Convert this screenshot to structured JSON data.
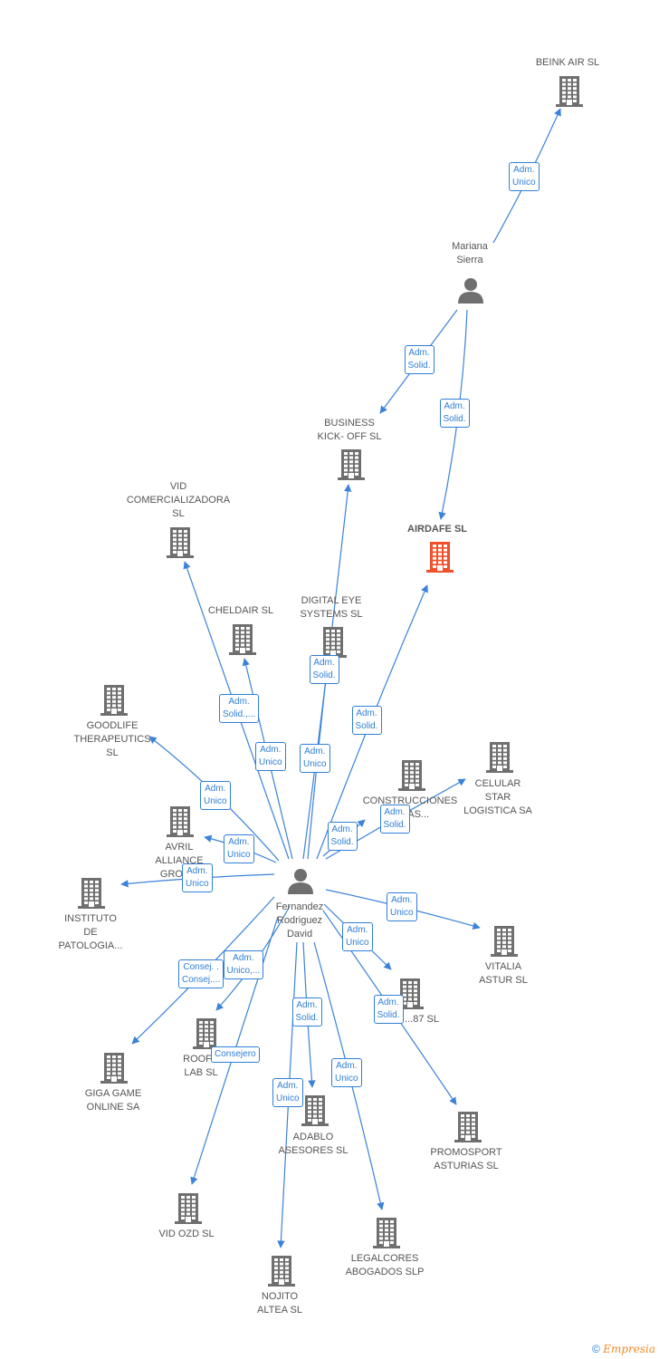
{
  "colors": {
    "edge": "#3b82d8",
    "company": "#6f6f6f",
    "highlight": "#f0502a",
    "person": "#6f6f6f"
  },
  "people": [
    {
      "id": "mariana",
      "label": "Mariana\nSierra"
    },
    {
      "id": "fernandez",
      "label": "Fernandez\nRodriguez\nDavid"
    }
  ],
  "companies": [
    {
      "id": "beink",
      "label": "BEINK AIR  SL"
    },
    {
      "id": "business",
      "label": "BUSINESS\nKICK- OFF  SL"
    },
    {
      "id": "airdafe",
      "label": "AIRDAFE  SL",
      "highlight": true
    },
    {
      "id": "vid_com",
      "label": "VID\nCOMERCIALIZADORA\nSL"
    },
    {
      "id": "cheldair",
      "label": "CHELDAIR  SL"
    },
    {
      "id": "digital",
      "label": "DIGITAL EYE\nSYSTEMS  SL"
    },
    {
      "id": "goodlife",
      "label": "GOODLIFE\nTHERAPEUTICS\nSL"
    },
    {
      "id": "avril",
      "label": "AVRIL\nALLIANCE\nGROU..."
    },
    {
      "id": "instituto",
      "label": "INSTITUTO\nDE\nPATOLOGIA..."
    },
    {
      "id": "construcciones",
      "label": "CONSTRUCCIONES\n...MAS..."
    },
    {
      "id": "celular",
      "label": "CELULAR\nSTAR\nLOGISTICA SA"
    },
    {
      "id": "vitalia",
      "label": "VITALIA\nASTUR SL"
    },
    {
      "id": "c87",
      "label": "...87 SL"
    },
    {
      "id": "promosport",
      "label": "PROMOSPORT\nASTURIAS  SL"
    },
    {
      "id": "giga",
      "label": "GIGA GAME\nONLINE SA"
    },
    {
      "id": "roof",
      "label": "ROOF...\nLAB  SL"
    },
    {
      "id": "adablo",
      "label": "ADABLO\nASESORES  SL"
    },
    {
      "id": "legalcores",
      "label": "LEGALCORES\nABOGADOS SLP"
    },
    {
      "id": "vidozd",
      "label": "VID OZD  SL"
    },
    {
      "id": "nojito",
      "label": "NOJITO\nALTEA  SL"
    }
  ],
  "relations": [
    {
      "from": "mariana",
      "to": "beink",
      "label": "Adm.\nUnico"
    },
    {
      "from": "mariana",
      "to": "business",
      "label": "Adm.\nSolid."
    },
    {
      "from": "mariana",
      "to": "airdafe",
      "label": "Adm.\nSolid."
    },
    {
      "from": "fernandez",
      "to": "vid_com",
      "label": "Adm.\nSolid.,..."
    },
    {
      "from": "fernandez",
      "to": "cheldair",
      "label": "Adm.\nUnico"
    },
    {
      "from": "fernandez",
      "to": "business",
      "label": "Adm.\nSolid."
    },
    {
      "from": "fernandez",
      "to": "digital",
      "label": "Adm.\nUnico"
    },
    {
      "from": "fernandez",
      "to": "airdafe",
      "label": "Adm.\nSolid."
    },
    {
      "from": "fernandez",
      "to": "goodlife",
      "label": "Adm.\nUnico"
    },
    {
      "from": "fernandez",
      "to": "avril",
      "label": "Adm.\nUnico"
    },
    {
      "from": "fernandez",
      "to": "instituto",
      "label": "Adm.\nUnico"
    },
    {
      "from": "fernandez",
      "to": "construcciones",
      "label": "Adm.\nSolid."
    },
    {
      "from": "fernandez",
      "to": "celular",
      "label": "Adm.\nSolid."
    },
    {
      "from": "fernandez",
      "to": "vitalia",
      "label": "Adm.\nUnico"
    },
    {
      "from": "fernandez",
      "to": "c87",
      "label": "Adm.\nUnico"
    },
    {
      "from": "fernandez",
      "to": "promosport",
      "label": "Adm.\nSolid."
    },
    {
      "from": "fernandez",
      "to": "giga",
      "label": "Consej. .\nConsej...."
    },
    {
      "from": "fernandez",
      "to": "roof",
      "label": "Adm.\nUnico,..."
    },
    {
      "from": "fernandez",
      "to": "vidozd",
      "label": "Consejero"
    },
    {
      "from": "fernandez",
      "to": "adablo",
      "label": "Adm.\nSolid."
    },
    {
      "from": "fernandez",
      "to": "legalcores",
      "label": "Adm.\nUnico"
    },
    {
      "from": "fernandez",
      "to": "nojito",
      "label": "Adm.\nUnico"
    }
  ],
  "footer": {
    "copyright": "©",
    "brand": "Empresia"
  }
}
